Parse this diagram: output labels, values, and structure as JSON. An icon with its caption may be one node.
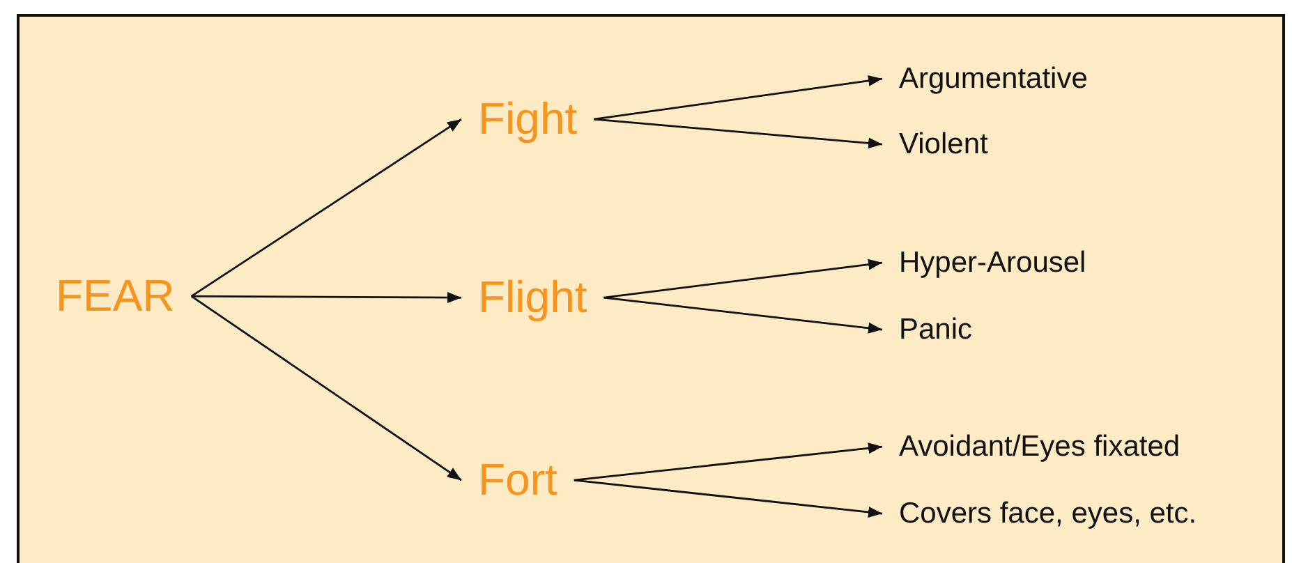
{
  "diagram": {
    "nodes": [
      {
        "text": [
          "FEAR"
        ]
      },
      {
        "text": [
          "Fight"
        ]
      },
      {
        "text": [
          "Flight"
        ]
      },
      {
        "text": [
          "Fort"
        ]
      },
      {
        "text": [
          "Argumentative"
        ]
      },
      {
        "text": [
          "Violent"
        ]
      },
      {
        "text": [
          "Hyper-Arousel"
        ]
      },
      {
        "text": [
          "Panic"
        ]
      },
      {
        "text": [
          "Avoidant/Eyes fixated"
        ]
      },
      {
        "text": [
          "Covers face, eyes, etc."
        ]
      }
    ],
    "edges": [
      {
        "from": 0,
        "to": 1,
        "arrow": "to"
      },
      {
        "from": 0,
        "to": 2,
        "arrow": "to"
      },
      {
        "from": 0,
        "to": 3,
        "arrow": "to"
      },
      {
        "from": 1,
        "to": 4,
        "arrow": "to"
      },
      {
        "from": 1,
        "to": 5,
        "arrow": "to"
      },
      {
        "from": 2,
        "to": 6,
        "arrow": "to"
      },
      {
        "from": 2,
        "to": 7,
        "arrow": "to"
      },
      {
        "from": 3,
        "to": 8,
        "arrow": "to"
      },
      {
        "from": 3,
        "to": 9,
        "arrow": "to"
      }
    ]
  }
}
